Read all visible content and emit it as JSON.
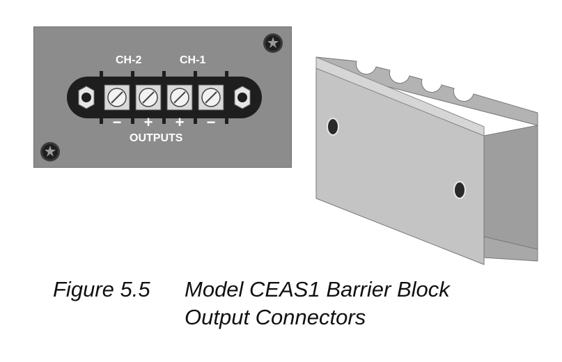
{
  "panel": {
    "channel_labels": [
      "CH-2",
      "CH-1"
    ],
    "polarity_signs": [
      "−",
      "+",
      "+",
      "−"
    ],
    "outputs_label": "OUTPUTS"
  },
  "caption": {
    "figure_number": "Figure 5.5",
    "title_line1": "Model CEAS1 Barrier Block",
    "title_line2": "Output Connectors"
  },
  "colors": {
    "panel": "#8c8c8c",
    "barrier_block": "#1e1e1e",
    "terminal": "#d9d9d9",
    "bracket": "#c4c4c4"
  },
  "icons": [
    "screw-icon",
    "hex-nut-icon",
    "terminal-screw-icon"
  ]
}
